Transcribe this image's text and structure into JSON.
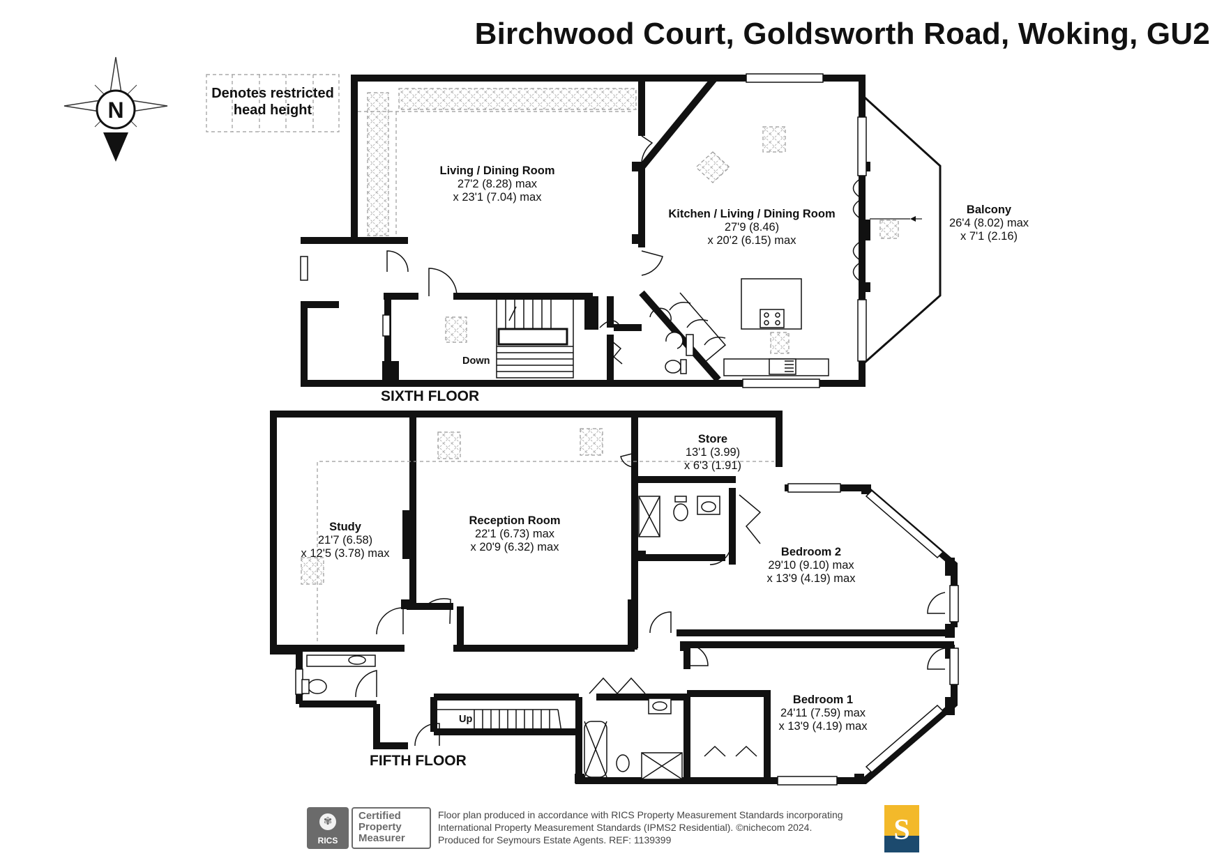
{
  "title": "Birchwood Court, Goldsworth Road, Woking, GU2",
  "compass": {
    "label": "N"
  },
  "legend": {
    "line1": "Denotes restricted",
    "line2": "head height"
  },
  "floors": {
    "sixth": "SIXTH FLOOR",
    "fifth": "FIFTH FLOOR"
  },
  "stairs": {
    "down": "Down",
    "up": "Up"
  },
  "rooms": {
    "living_dining": {
      "name": "Living / Dining Room",
      "dim1": "27'2 (8.28) max",
      "dim2": "x 23'1 (7.04) max"
    },
    "kitchen": {
      "name": "Kitchen / Living / Dining Room",
      "dim1": "27'9 (8.46)",
      "dim2": "x 20'2 (6.15) max"
    },
    "balcony": {
      "name": "Balcony",
      "dim1": "26'4 (8.02) max",
      "dim2": "x 7'1 (2.16)"
    },
    "study": {
      "name": "Study",
      "dim1": "21'7 (6.58)",
      "dim2": "x 12'5 (3.78) max"
    },
    "reception": {
      "name": "Reception Room",
      "dim1": "22'1 (6.73) max",
      "dim2": "x 20'9 (6.32) max"
    },
    "store": {
      "name": "Store",
      "dim1": "13'1 (3.99)",
      "dim2": "x 6'3 (1.91)"
    },
    "bedroom2": {
      "name": "Bedroom 2",
      "dim1": "29'10 (9.10) max",
      "dim2": "x 13'9 (4.19) max"
    },
    "bedroom1": {
      "name": "Bedroom 1",
      "dim1": "24'11 (7.59) max",
      "dim2": "x 13'9 (4.19) max"
    }
  },
  "footer": {
    "line1": "Floor plan produced in accordance with RICS Property Measurement Standards incorporating",
    "line2": "International Property Measurement Standards (IPMS2 Residential).  ©nichecom 2024.",
    "line3": "Produced for Seymours Estate Agents.   REF:  1139399",
    "rics_word": "RICS",
    "cert1": "Certified",
    "cert2": "Property",
    "cert3": "Measurer",
    "brand_letter": "S"
  },
  "colors": {
    "wall": "#111111",
    "dashed": "#999999",
    "brand_gold": "#f3b92a",
    "brand_navy": "#1c4a6e",
    "rics_grey": "#6b6b6b"
  }
}
